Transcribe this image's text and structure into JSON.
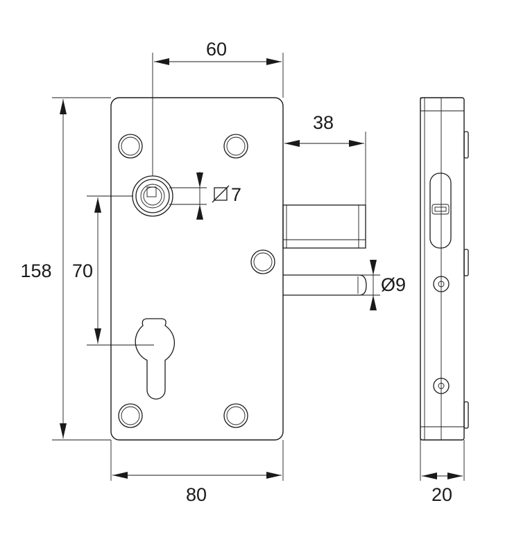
{
  "diagram": {
    "stroke_color": "#1a1a1a",
    "background": "#ffffff",
    "dimensions": {
      "key_offset": "60",
      "bolt_throw": "38",
      "key_hole_diameter": "7",
      "pin_height": "158",
      "key_to_cylinder": "70",
      "latch_diameter": "Ø9",
      "plate_width": "80",
      "case_depth": "20"
    }
  }
}
